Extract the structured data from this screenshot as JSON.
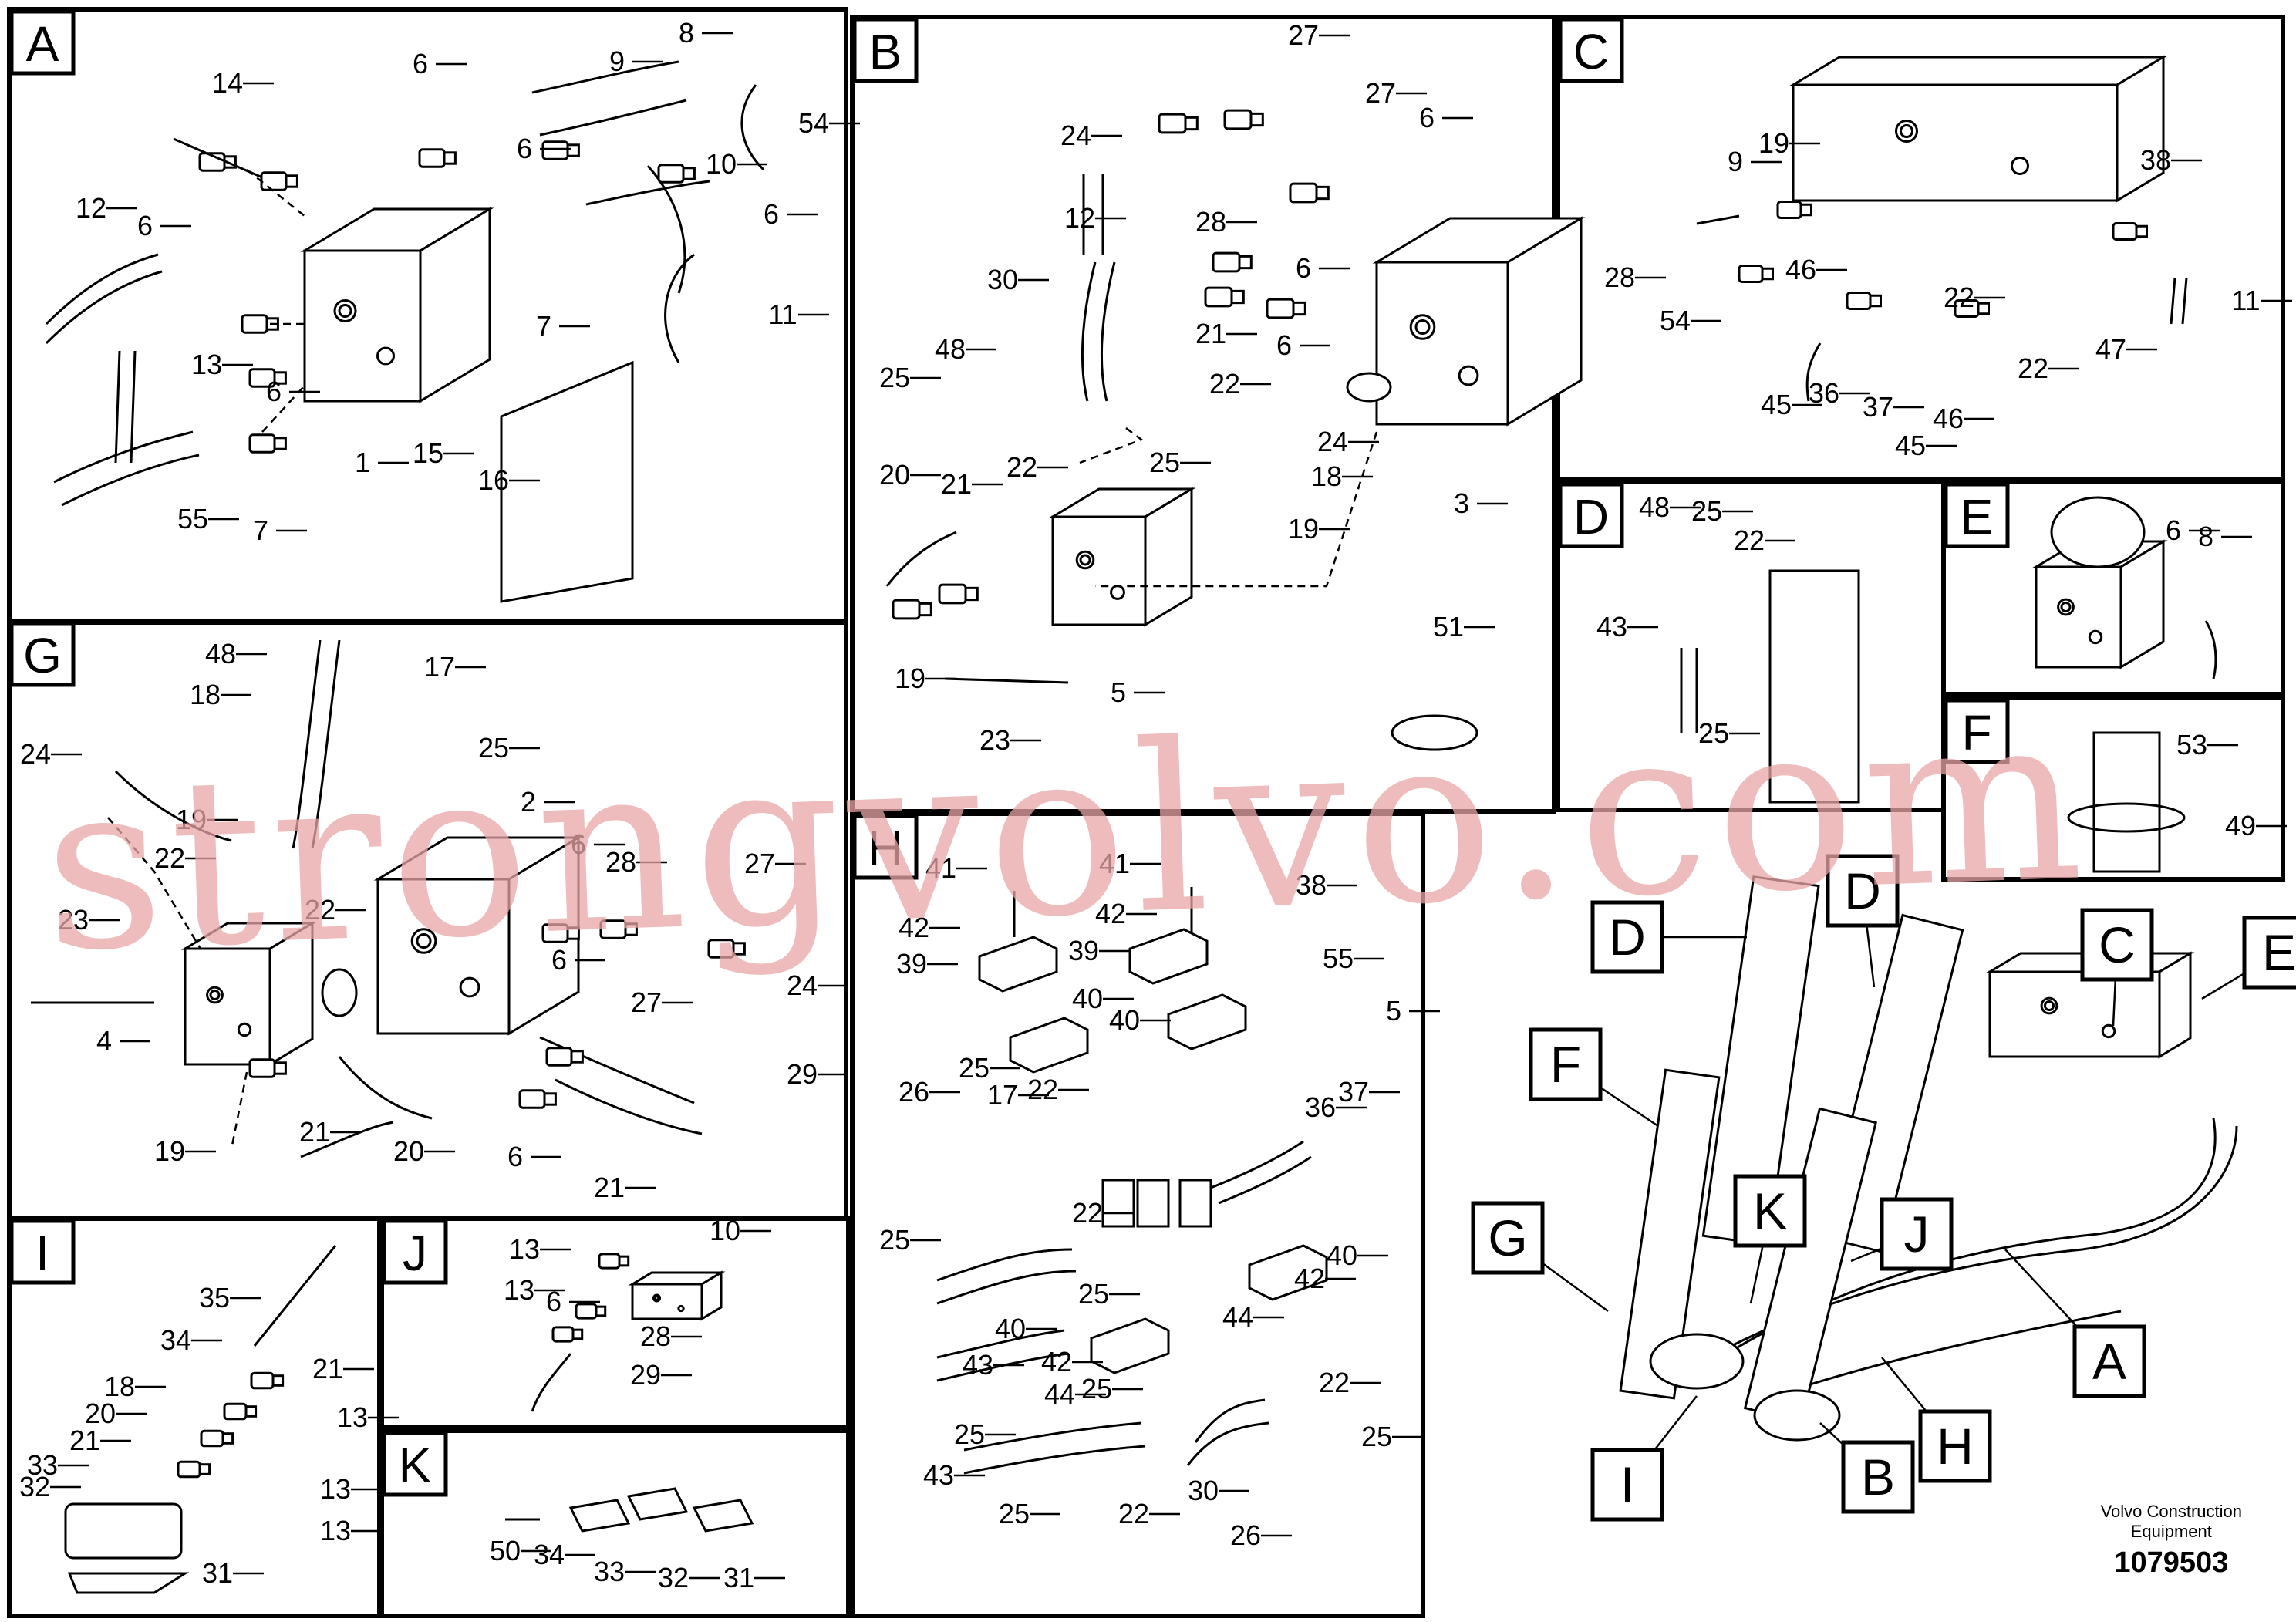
{
  "panels": [
    {
      "letter": "A",
      "callouts": [
        "14",
        "6",
        "8",
        "9",
        "6",
        "10",
        "54",
        "12",
        "6",
        "6",
        "11",
        "13",
        "6",
        "7",
        "1",
        "15",
        "16",
        "55",
        "7"
      ]
    },
    {
      "letter": "B",
      "callouts": [
        "27",
        "27",
        "6",
        "24",
        "12",
        "28",
        "6",
        "30",
        "21",
        "6",
        "48",
        "22",
        "25",
        "25",
        "24",
        "18",
        "22",
        "21",
        "20",
        "19",
        "3",
        "19",
        "5",
        "23",
        "51"
      ]
    },
    {
      "letter": "C",
      "callouts": [
        "9",
        "19",
        "38",
        "28",
        "46",
        "22",
        "11",
        "54",
        "45",
        "36",
        "47",
        "37",
        "22",
        "46",
        "45"
      ]
    },
    {
      "letter": "D",
      "callouts": [
        "48",
        "25",
        "22",
        "43",
        "25"
      ]
    },
    {
      "letter": "E",
      "callouts": [
        "6",
        "8"
      ]
    },
    {
      "letter": "F",
      "callouts": [
        "53",
        "49"
      ]
    },
    {
      "letter": "G",
      "callouts": [
        "48",
        "17",
        "18",
        "25",
        "24",
        "19",
        "22",
        "2",
        "6",
        "28",
        "27",
        "22",
        "23",
        "6",
        "24",
        "4",
        "27",
        "29",
        "21",
        "19",
        "20",
        "6",
        "21"
      ]
    },
    {
      "letter": "H",
      "callouts": [
        "41",
        "41",
        "42",
        "42",
        "38",
        "39",
        "39",
        "55",
        "40",
        "40",
        "5",
        "37",
        "26",
        "25",
        "17",
        "22",
        "36",
        "25",
        "22",
        "40",
        "25",
        "42",
        "43",
        "44",
        "40",
        "42",
        "25",
        "44",
        "22",
        "25",
        "25",
        "43",
        "30",
        "25",
        "22",
        "26"
      ]
    },
    {
      "letter": "I",
      "callouts": [
        "35",
        "34",
        "21",
        "18",
        "20",
        "13",
        "21",
        "33",
        "13",
        "32",
        "13",
        "31"
      ]
    },
    {
      "letter": "J",
      "callouts": [
        "10",
        "13",
        "6",
        "13",
        "28",
        "29"
      ]
    },
    {
      "letter": "K",
      "callouts": [
        "50",
        "34",
        "33",
        "32",
        "31"
      ]
    }
  ],
  "overview_labels": [
    "D",
    "D",
    "C",
    "E",
    "F",
    "G",
    "K",
    "J",
    "A",
    "H",
    "I",
    "B"
  ],
  "watermark": "strongvolvo.com",
  "footer": {
    "brand_line1": "Volvo Construction",
    "brand_line2": "Equipment",
    "doc_number": "1079503"
  },
  "colors": {
    "watermark": "#e9a6a6",
    "ink": "#000000",
    "paper": "#ffffff"
  }
}
